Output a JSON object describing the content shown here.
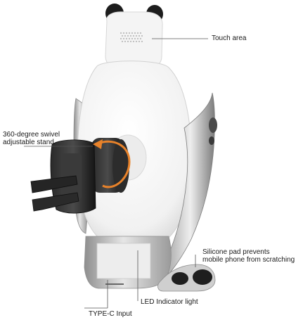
{
  "callouts": {
    "touch_area": "Touch area",
    "swivel_line1": "360-degree swivel",
    "swivel_line2": "adjustable stand",
    "silicone_line1": "Silicone pad prevents",
    "silicone_line2": "mobile phone from scratching",
    "led": "LED Indicator light",
    "typec": "TYPE-C Input"
  },
  "colors": {
    "callout_line": "#555555",
    "shell_white": "#f7f7f7",
    "silver_arm": "#b8b8b8",
    "mount_black": "#1b1b1b",
    "swivel_arrow": "#e8822a"
  }
}
